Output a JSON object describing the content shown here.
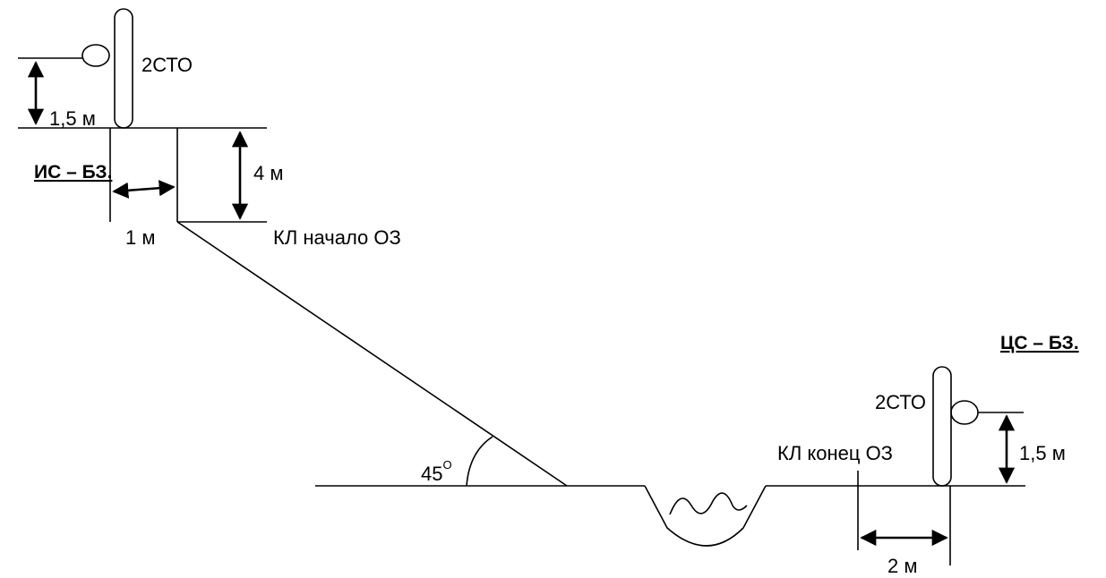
{
  "labels": {
    "is_bz": "ИС – БЗ.",
    "ts_bz": "ЦС – БЗ.",
    "sto_left": "2СТО",
    "sto_right": "2СТО",
    "h_left": "1,5 м",
    "h_right": "1,5 м",
    "depth": "4 м",
    "offset_left": "1 м",
    "offset_right": "2 м",
    "kl_start": "КЛ начало ОЗ",
    "kl_end": "КЛ конец ОЗ",
    "angle_value": "45",
    "angle_sup": "O"
  }
}
